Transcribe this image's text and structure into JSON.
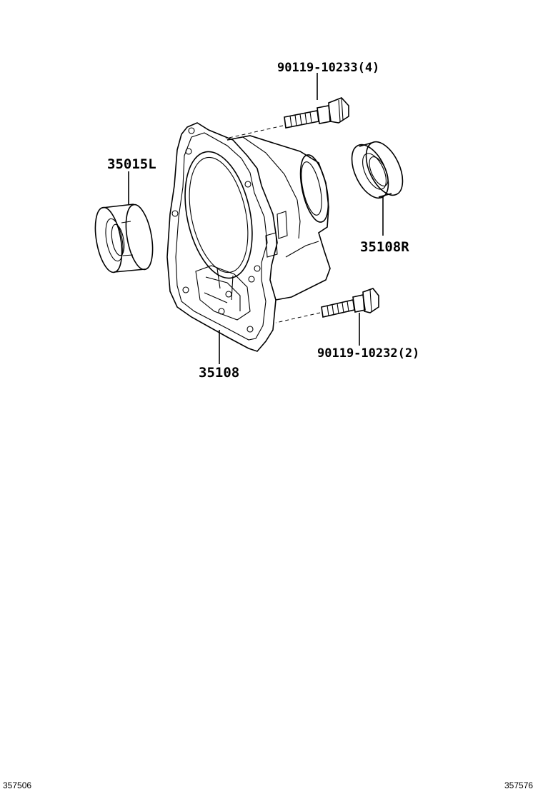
{
  "parts": {
    "bolt_upper": "90119-10233(4)",
    "bearing_left": "35015L",
    "oil_seal_right": "35108R",
    "bolt_lower": "90119-10232(2)",
    "housing": "35108"
  },
  "footer": {
    "left_code": "357506",
    "right_code": "357576"
  }
}
